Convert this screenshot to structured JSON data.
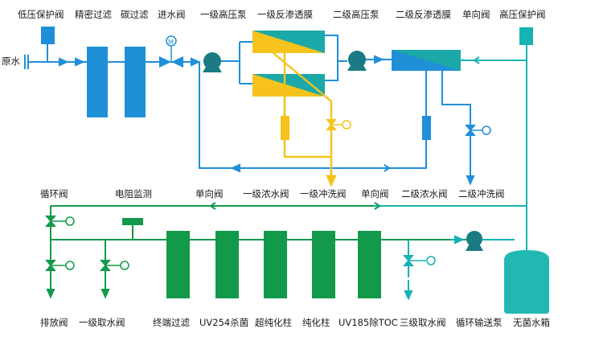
{
  "labels": {
    "low_pressure_valve": "低压保护阀",
    "precision_filter": "精密过滤",
    "carbon_filter": "碳过滤",
    "inlet_valve": "进水阀",
    "pump1": "一级高压泵",
    "ro1": "一级反渗透膜",
    "pump2": "二级高压泵",
    "ro2": "二级反渗透膜",
    "check_valve_top": "单向阀",
    "high_pressure_valve": "高压保护阀",
    "raw_water": "原水",
    "circ_valve": "循环阀",
    "resistivity": "电阻监测",
    "check_valve_mid1": "单向阀",
    "conc1_valve": "一级浓水阀",
    "flush1_valve": "一级冲洗阀",
    "check_valve_mid2": "单向阀",
    "conc2_valve": "二级浓水阀",
    "flush2_valve": "二级冲洗阀",
    "drain_valve": "排放阀",
    "tap1_valve": "一级取水阀",
    "terminal_filter": "终端过滤",
    "uv254": "UV254杀菌",
    "ultrapure_col": "超纯化柱",
    "pure_col": "纯化柱",
    "uv185": "UV185除TOC",
    "tap3_valve": "三级取水阀",
    "circ_pump": "循环输送泵",
    "sterile_tank": "无菌水箱"
  },
  "colors": {
    "blue": "#1f8fd8",
    "cyan": "#16b3b3",
    "green": "#129a4a",
    "yellow": "#f6c21b",
    "tank": "#22b8b2",
    "membrane_teal": "#1ba8a8",
    "pump": "#1a7b85"
  }
}
